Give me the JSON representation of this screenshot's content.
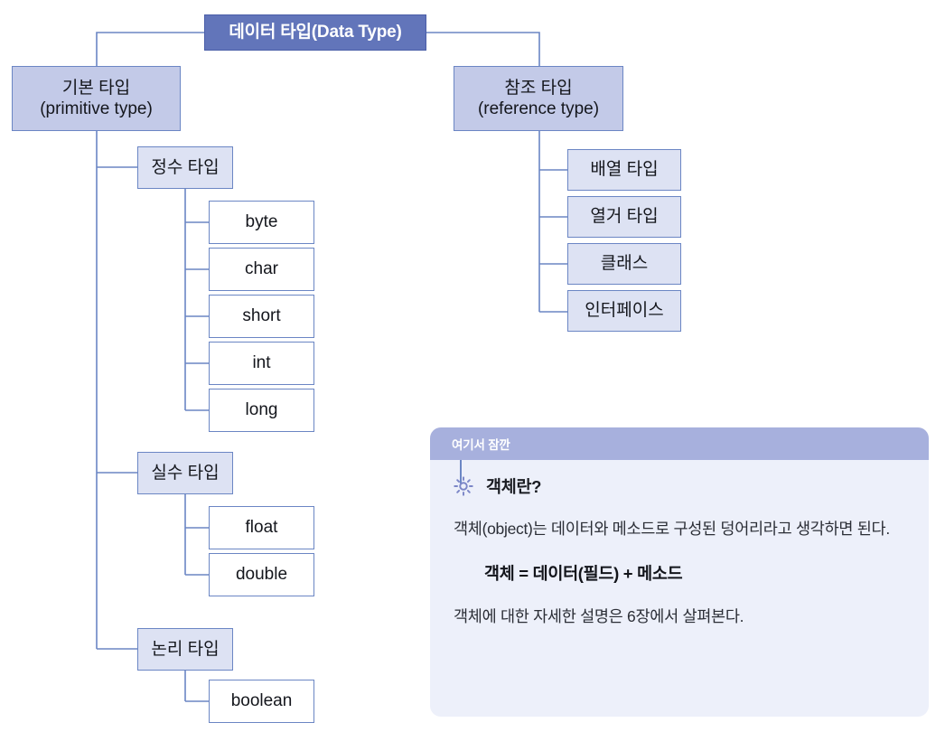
{
  "diagram": {
    "title": "데이터 타입(Data Type)",
    "branches": [
      {
        "id": "primitive",
        "label": "기본 타입\n(primitive type)",
        "groups": [
          {
            "id": "integer",
            "label": "정수 타입",
            "leaves": [
              "byte",
              "char",
              "short",
              "int",
              "long"
            ]
          },
          {
            "id": "floating",
            "label": "실수 타입",
            "leaves": [
              "float",
              "double"
            ]
          },
          {
            "id": "logical",
            "label": "논리 타입",
            "leaves": [
              "boolean"
            ]
          }
        ]
      },
      {
        "id": "reference",
        "label": "참조 타입\n(reference type)",
        "groups": [
          {
            "id": "reference-kinds",
            "label": "",
            "leaves": [
              "배열 타입",
              "열거 타입",
              "클래스",
              "인터페이스"
            ]
          }
        ]
      }
    ]
  },
  "callout": {
    "header_label": "여기서 잠깐",
    "icon": "sun-icon",
    "title": "객체란?",
    "paragraph": "객체(object)는 데이터와 메소드로 구성된 덩어리라고 생각하면 된다.",
    "formula": "객체 = 데이터(필드) + 메소드",
    "note": "객체에 대한 자세한 설명은 6장에서 살펴본다."
  },
  "colors": {
    "root_fill": "#6275ba",
    "level1_fill": "#c3cae8",
    "level2_fill": "#dde2f3",
    "leaf_fill": "#ffffff",
    "line": "#6b86c4",
    "callout_header": "#a7b0dd",
    "callout_body": "#edf0fa"
  }
}
